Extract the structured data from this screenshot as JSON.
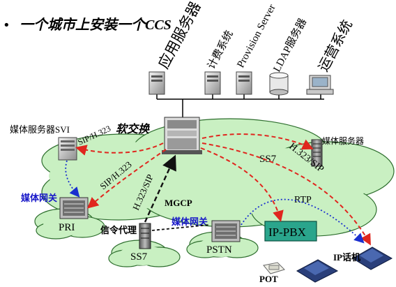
{
  "title": {
    "bullet": "•",
    "text": "一个城市上安装一个CCS"
  },
  "servers": {
    "app_server": "应用服务器",
    "billing": "计费系统",
    "provision": "Provision Server",
    "ldap": "LDAP服务器",
    "ops": "运营系统"
  },
  "labels": {
    "softswitch": "软交换",
    "media_server_svi": "媒体服务器SVI",
    "media_server_right": "媒体服务器",
    "sip_h323_top": "SIP/H.323",
    "sip_h323_mid": "SIP/H.323",
    "ss7_cloud_label": "SS7",
    "h323_sip_right": "H.323/SIP",
    "media_gateway_left": "媒体网关",
    "pri": "PRI",
    "h323_sip_center": "H.323/SIP",
    "mgcp": "MGCP",
    "signaling_proxy": "信令代理",
    "ss7_bottom": "SS7",
    "media_gateway_mid": "媒体网关",
    "pstn": "PSTN",
    "ip_pbx": "IP-PBX",
    "rtp": "RTP",
    "ip_phone": "IP话机",
    "pot": "POT"
  },
  "colors": {
    "cloud": "#c9f0c2",
    "cloud_edge": "#2e6e2e",
    "red_arrow": "#e0261e",
    "blue_arrow": "#1a2fcf",
    "black_arrow": "#111111",
    "ip_pbx_fill": "#2aa58c",
    "blue_text": "#1515c8"
  }
}
